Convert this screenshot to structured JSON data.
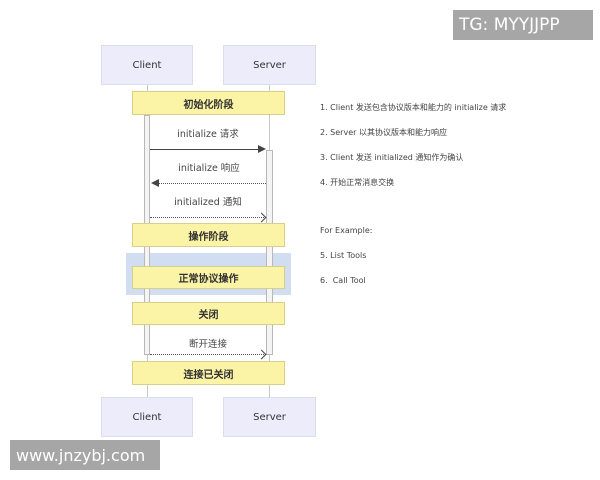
{
  "watermarks": {
    "top_right": "TG: MYYJJPP",
    "bottom_left": "www.jnzybj.com"
  },
  "participants": {
    "client": "Client",
    "server": "Server"
  },
  "phases": {
    "init": "初始化阶段",
    "operation": "操作阶段",
    "normal_ops": "正常协议操作",
    "shutdown": "关闭",
    "closed": "连接已关闭"
  },
  "messages": {
    "initialize_request": "initialize 请求",
    "initialize_response": "initialize 响应",
    "initialized_notification": "initialized 通知",
    "disconnect": "断开连接"
  },
  "side_notes": {
    "step1": "1. Client 发送包含协议版本和能力的 initialize 请求",
    "step2": "2. Server 以其协议版本和能力响应",
    "step3": "3. Client 发送 initialized 通知作为确认",
    "step4": "4. 开始正常消息交换",
    "example_heading": "For Example:",
    "step5": "5. List Tools",
    "step6": "6.  Call Tool"
  },
  "colors": {
    "actor_fill": "#ececfa",
    "note_fill": "#fbf3a6",
    "band_fill": "#c9d8ee",
    "watermark_bg": "#a6a6a6"
  }
}
